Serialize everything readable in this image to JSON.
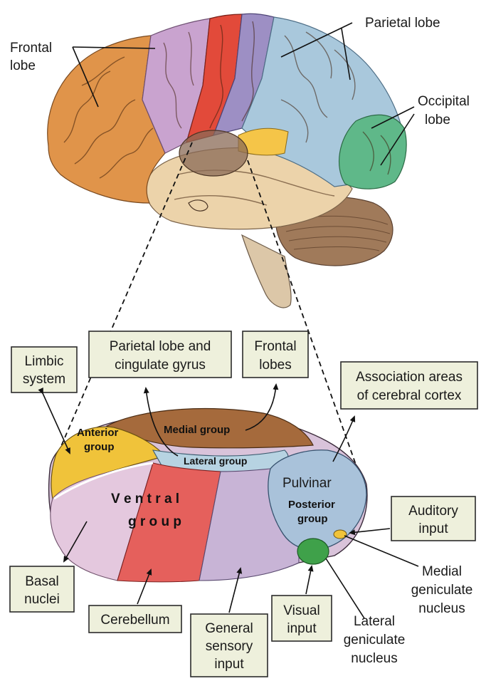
{
  "brain_labels": {
    "frontal": [
      "Frontal",
      "lobe"
    ],
    "parietal": [
      "Parietal lobe"
    ],
    "occipital": [
      "Occipital",
      "lobe"
    ]
  },
  "boxes": {
    "limbic": [
      "Limbic",
      "system"
    ],
    "parietal_cingulate": [
      "Parietal lobe and",
      "cingulate gyrus"
    ],
    "frontal_lobes": [
      "Frontal",
      "lobes"
    ],
    "association": [
      "Association areas",
      "of cerebral cortex"
    ],
    "auditory": [
      "Auditory",
      "input"
    ],
    "basal": [
      "Basal",
      "nuclei"
    ],
    "cerebellum": [
      "Cerebellum"
    ],
    "general_sensory": [
      "General",
      "sensory",
      "input"
    ],
    "visual": [
      "Visual",
      "input"
    ]
  },
  "free_labels": {
    "medial_geniculate": [
      "Medial",
      "geniculate",
      "nucleus"
    ],
    "lateral_geniculate": [
      "Lateral",
      "geniculate",
      "nucleus"
    ]
  },
  "thalamus_labels": {
    "anterior": [
      "Anterior",
      "group"
    ],
    "medial": [
      "Medial group"
    ],
    "lateral": [
      "Lateral group"
    ],
    "ventral": [
      "V e n t r a l",
      "g r o u p"
    ],
    "pulvinar": [
      "Pulvinar"
    ],
    "posterior": [
      "Posterior",
      "group"
    ]
  },
  "colors": {
    "frontal": "#e0944a",
    "premotor": "#c9a3cf",
    "motor": "#e24a3a",
    "sensory": "#9d8fc4",
    "parietal": "#a9c8dc",
    "occipital": "#5fb889",
    "temporal": "#ecd3aa",
    "insula": "#f5c548",
    "cerebellum": "#a07a5a",
    "medial_group": "#a56a3c",
    "anterior_group": "#f0c33a",
    "ventral_left": "#e4c8de",
    "ventral_mid": "#e5605c",
    "ventral_right": "#c8b4d6",
    "pulvinar": "#a9c2da",
    "lateral_geniculate": "#3fa14a",
    "box_fill": "#eef0dc"
  }
}
